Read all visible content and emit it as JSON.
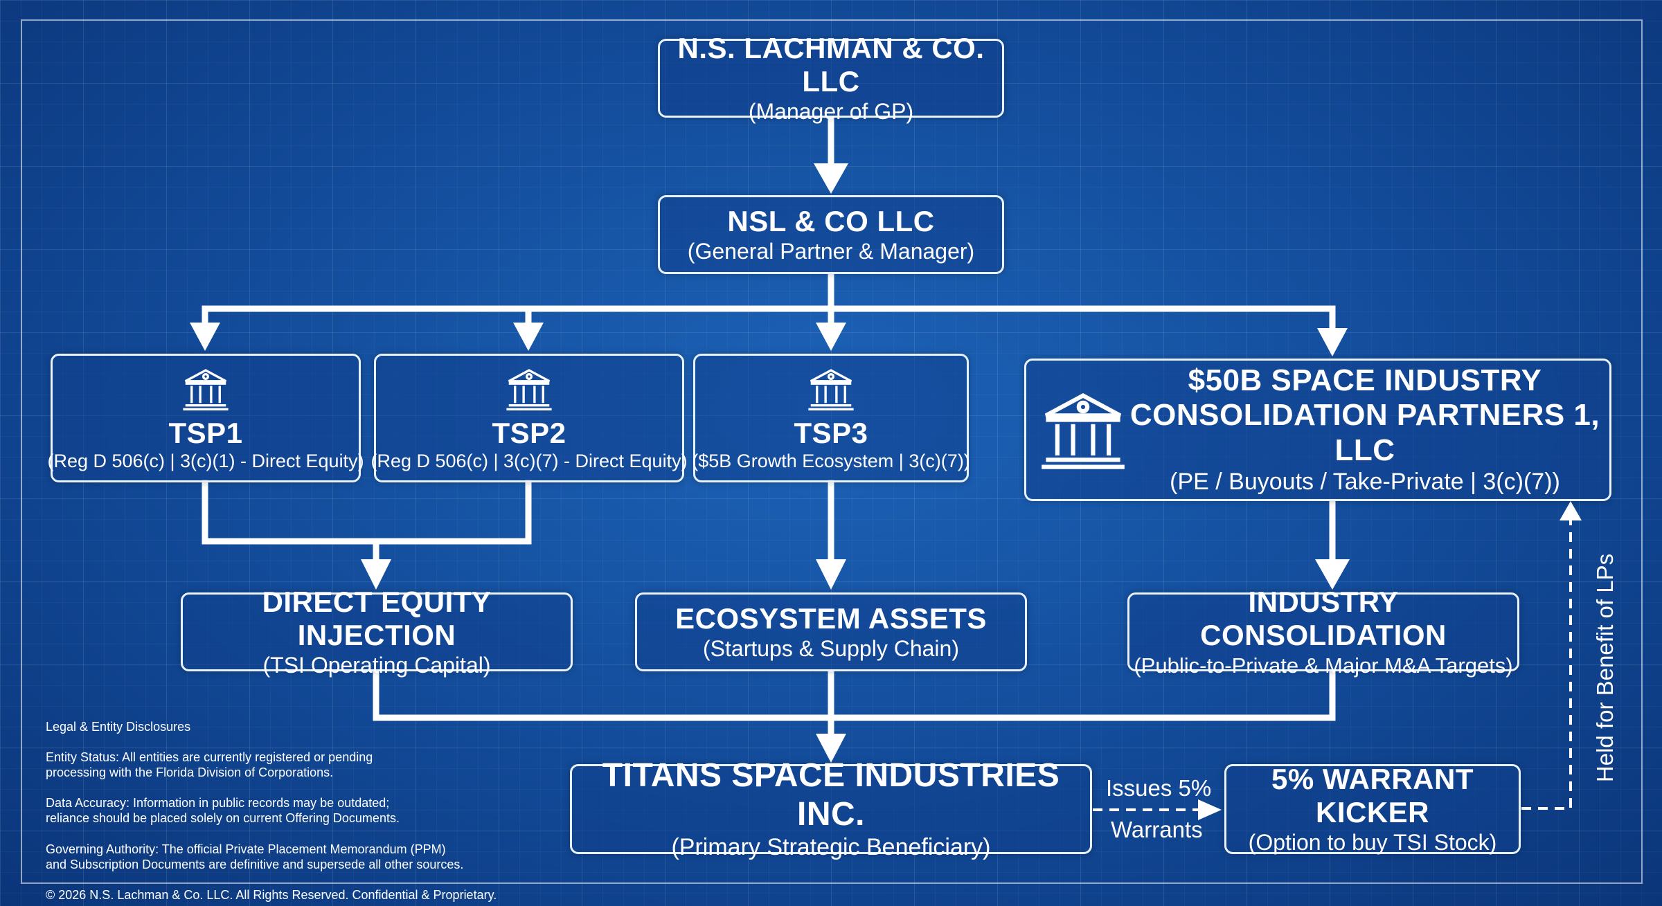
{
  "nodes": {
    "lachman": {
      "title": "N.S. LACHMAN & CO. LLC",
      "sub": "(Manager of GP)"
    },
    "nsl": {
      "title": "NSL & CO LLC",
      "sub": "(General Partner & Manager)"
    },
    "tsp1": {
      "title": "TSP1",
      "sub": "(Reg D 506(c) | 3(c)(1) - Direct Equity)"
    },
    "tsp2": {
      "title": "TSP2",
      "sub": "(Reg D 506(c) | 3(c)(7) - Direct Equity)"
    },
    "tsp3": {
      "title": "TSP3",
      "sub": "($5B Growth Ecosystem | 3(c)(7))"
    },
    "consolidation_partners": {
      "title_line1": "$50B SPACE INDUSTRY",
      "title_line2": "CONSOLIDATION PARTNERS 1, LLC",
      "sub": "(PE / Buyouts / Take-Private | 3(c)(7))"
    },
    "direct_equity": {
      "title": "DIRECT EQUITY INJECTION",
      "sub": "(TSI Operating Capital)"
    },
    "ecosystem": {
      "title": "ECOSYSTEM ASSETS",
      "sub": "(Startups & Supply Chain)"
    },
    "industry_consolidation": {
      "title": "INDUSTRY CONSOLIDATION",
      "sub": "(Public-to-Private & Major M&A Targets)"
    },
    "titans": {
      "title": "TITANS SPACE INDUSTRIES INC.",
      "sub": "(Primary Strategic Beneficiary)"
    },
    "warrant": {
      "title": "5% WARRANT KICKER",
      "sub": "(Option to buy TSI Stock)"
    }
  },
  "edge_labels": {
    "issues_line1": "Issues 5%",
    "issues_line2": "Warrants",
    "held": "Held for Benefit of LPs"
  },
  "disclosures": {
    "heading": "Legal & Entity Disclosures",
    "p1_line1": "Entity Status: All entities are currently registered or pending",
    "p1_line2": "processing with the Florida Division of Corporations.",
    "p2_line1": "Data Accuracy: Information in public records may be outdated;",
    "p2_line2": "reliance should be placed solely on current Offering Documents.",
    "p3_line1": "Governing Authority: The official Private Placement Memorandum (PPM)",
    "p3_line2": "and Subscription Documents are definitive and supersede all other sources."
  },
  "footer": "© 2026 N.S. Lachman & Co. LLC. All Rights Reserved. Confidential & Proprietary.",
  "icons": {
    "institution": "bank-building-icon"
  },
  "colors": {
    "background": "#124a98",
    "line": "#ffffff",
    "box_border": "#e9f2ff"
  }
}
